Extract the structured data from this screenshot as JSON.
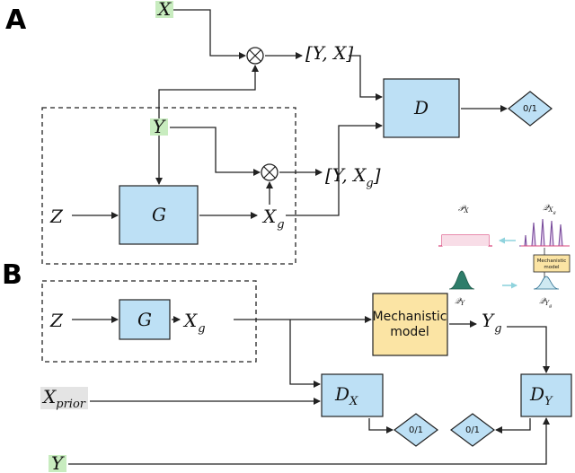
{
  "panels": {
    "a": "A",
    "b": "B"
  },
  "top": {
    "x_input": "X",
    "y_input": "Y",
    "z_input": "Z",
    "generator": "G",
    "discriminator": "D",
    "xg": "X",
    "xg_sub": "g",
    "pair_real": "[Y, X]",
    "pair_fake_pre": "[Y, X",
    "pair_fake_sub": "g",
    "pair_fake_post": "]",
    "decision": "0/1"
  },
  "inset": {
    "px": "𝒫",
    "px_sub": "X",
    "qxg": "𝒬",
    "qxg_sub": "X",
    "qxg_subsub": "g",
    "qy": "𝒬",
    "qy_sub": "Y",
    "qyg": "𝒬",
    "qyg_sub": "Y",
    "qyg_subsub": "g",
    "mech_line1": "Mechanistic",
    "mech_line2": "model"
  },
  "bottom": {
    "z_input": "Z",
    "generator": "G",
    "xg": "X",
    "xg_sub": "g",
    "mech_line1": "Mechanistic",
    "mech_line2": "model",
    "yg": "Y",
    "yg_sub": "g",
    "xprior": "X",
    "xprior_sub": "prior",
    "dx": "D",
    "dx_sub": "X",
    "dy": "D",
    "dy_sub": "Y",
    "decision_left": "0/1",
    "decision_right": "0/1",
    "y_input": "Y"
  },
  "colors": {
    "box_blue": "#bde0f5",
    "mech_yellow": "#fbe4a4",
    "input_green": "#c8ecbf",
    "input_gray": "#e4e4e4",
    "diamond_blue": "#bde0f5",
    "curve_pink": "#d9477d",
    "curve_purple": "#7a4d9c",
    "curve_green": "#2e7d6a",
    "inset_arrow": "#8fd3dd"
  }
}
